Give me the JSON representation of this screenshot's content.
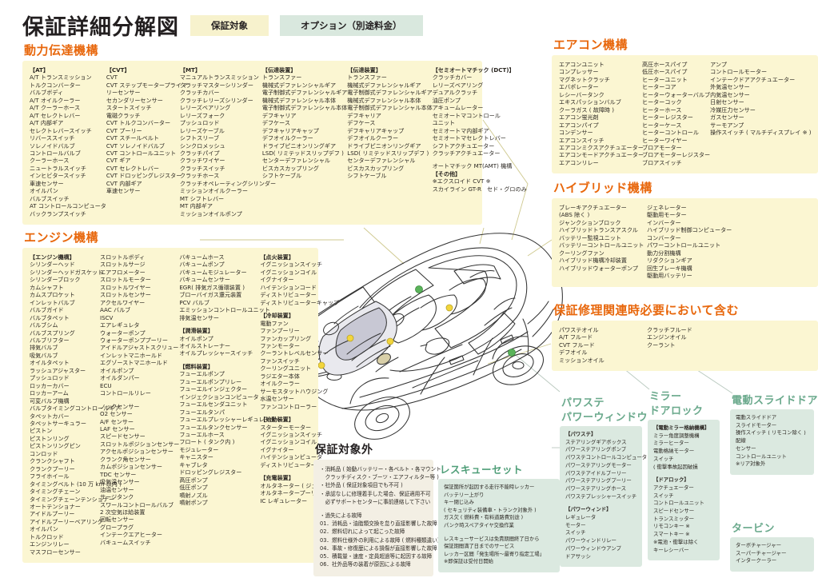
{
  "header": {
    "title": "保証詳細分解図",
    "legend_covered": "保証対象",
    "legend_option": "オプション（別途料金）"
  },
  "sections": {
    "drivetrain": {
      "title": "動力伝達機構",
      "columns": [
        [
          "【AT】",
          "A/T トランスミッション",
          "トルクコンバーター",
          "バルブボディ",
          "A/T オイルクーラー",
          "A/T クーラーホース",
          "A/T セレクトレバー",
          "A/T 内部ギア",
          "セレクトレバースイッチ",
          "リバーススイッチ",
          "ソレノイドバルブ",
          "コントロールバルブ",
          "クーラーホース",
          "ニュートラルスイッチ",
          "インヒビタースイッチ",
          "車速センサー",
          "オイルパン",
          "バルブスイッチ",
          "AT コントロールコンピュータ",
          "バックランプスイッチ"
        ],
        [
          "【CVT】",
          "CVT",
          "CVT ステップモータープライマ",
          "リーセンサー",
          "セカンダリーセンサー",
          "スタートスイッチ",
          "電磁クラッチ",
          "CVT トルクコンバーター",
          "CVT プーリー",
          "CVT スチールベルト",
          "CVT ソレノイドバルブ",
          "CVT コントロールユニット",
          "CVT ギア",
          "CVT セレクトレバー",
          "CVT ドロッピングレジスター",
          "CVT 内部ギア",
          "車速センサー"
        ],
        [
          "【MT】",
          "マニュアルトランスミッション",
          "クラッチマスターシリンダー",
          "クラッチカバー",
          "クラッチレリーズシリンダー",
          "レリーズベアリング",
          "レリーズフォーク",
          "プッシュロッド",
          "レリーズケーブル",
          "シフトスリーブ",
          "シンクロメッシュ",
          "クラッチパイプ",
          "クラッチワイヤー",
          "クラッチスイッチ",
          "クラッチホース",
          "クラッチオペレーティングシリンダー",
          "ミッションオイルクーラー",
          "MT シフトレバー",
          "MT 内部ギア",
          "ミッションオイルポンプ"
        ],
        [
          "【伝達装置】",
          "トランスファー",
          "機械式デファレンシャルギア",
          "電子制御式デファレンシャルギア",
          "機械式デファレンシャル本体",
          "電子制御式デファレンシャル本体",
          "デフキャリア",
          "デフケース",
          "デフキャリアキャップ",
          "デフオイルクーラー",
          "ドライブピニオンリングギア",
          "LSD( リミテッドスリップデフ )",
          "センターデファレンシャル",
          "ビスカスカップリング",
          "シフトケーブル"
        ],
        [
          "【伝達装置】",
          "トランスファー",
          "機械式デファレンシャルギア",
          "電子制御式デファレンシャルギア",
          "機械式デファレンシャル本体",
          "電子制御式デファレンシャル本体",
          "デフキャリア",
          "デフケース",
          "デフキャリアキャップ",
          "デフオイルクーラー",
          "ドライブピニオンリングギア",
          "LSD( リミテッドスリップデフ )",
          "センターデファレンシャル",
          "ビスカスカップリング",
          "シフトケーブル"
        ],
        [
          "【セミオートマチック (DCT)】",
          "クラッチカバー",
          "レリーズベアリング",
          "デュアルクラッチ",
          "油圧ポンプ",
          "アキュームレーター",
          "セミオートマコントロール",
          "ユニット",
          "セミオートマ内部ギア",
          "セミオートマセレクトレバー",
          "シフトアクチュエーター",
          "クラッチアクチュエーター",
          "",
          "オートマチック MT(AMT) 機構",
          "【その他】",
          "※エクスロイド CVT ※",
          "スカイライン GT-R　セド・グロのみ"
        ]
      ]
    },
    "engine": {
      "title": "エンジン機構",
      "columns": [
        [
          "【エンジン機構】",
          "シリンダーヘッド",
          "シリンダーヘッドガスケット",
          "シリンダーブロック",
          "カムシャフト",
          "カムスプロケット",
          "インレットバルブ",
          "バルブガイド",
          "バルブタペット",
          "バルブシム",
          "バルブスプリング",
          "バルブリフター",
          "排気バルブ",
          "吸気バルブ",
          "オイルタペット",
          "ラッシュアジャスター",
          "プッシュロッド",
          "ロッカーカバー",
          "ロッカーアーム",
          "可変バルブ機構",
          "バルブタイミングコントロールギア",
          "タペットカバー",
          "タペットサーキュラー",
          "ピストン",
          "ピストンリング",
          "ピストンリングピン",
          "コンロッド",
          "クランクシャフト",
          "クランクプーリー",
          "フライホイール",
          "タイミングベルト (10 万 km 以内 )",
          "タイミングチェーン",
          "タイミングチェーンテンショナー",
          "オートテンショナー",
          "アイドルプーリー",
          "アイドルプーリーベアリング",
          "オイルパン",
          "トルクロッド",
          "エンジンリレー",
          "マスフローセンサー"
        ],
        [
          "スロットルボディ",
          "スロットルサージ",
          "エアフロメーター",
          "スロットルモーター",
          "スロットルワイヤー",
          "スロットルセンサー",
          "アクセルワイヤー",
          "AAC バルブ",
          "ISCV",
          "エアレギュレタ",
          "ウォーターポンプ",
          "ウォーターポンププーリー",
          "アイドルアジャストスクリュー",
          "インレットマニホールド",
          "エグゾーストマニホールド",
          "オイルポンプ",
          "オイルダンパー",
          "ECU",
          "コントロールリレー",
          "",
          "ノックセンサー",
          "O2 センサー",
          "A/F センサー",
          "LAF センサー",
          "スピードセンサー",
          "スロットルポジションセンサー",
          "アクセルポジションセンサー",
          "クランク角センサー",
          "カムポジションセンサー",
          "TDC センサー",
          "吸気温センサー",
          "油温センサー",
          "サージタンク",
          "スワールコントロールバルブ",
          "2 次空気ほ給装置",
          "回転センサー",
          "グロープラグ",
          "インテークエアヒーター",
          "バキュームスイッチ"
        ],
        [
          "バキュームホース",
          "バキュームポンプ",
          "バキュームモジュレーター",
          "バキュームセンサー",
          "EGR( 排気ガス循環装置 )",
          "ブローバイガス還元装置",
          "PCV バルブ",
          "エミッションコントロールユニット",
          "排気温センサー",
          "",
          "【潤滑装置】",
          "オイルポンプ",
          "オイルストレーナー",
          "オイルプレッシャースイッチ",
          "",
          "【燃料装置】",
          "フューエルポンプ",
          "フューエルポンプリレー",
          "フューエルインジェクター",
          "インジェクションコンピュータ",
          "フューエルセンダユニット",
          "フューエルタンパ",
          "フューエルプレッシャーレギュレーター",
          "フューエルタンクセンサー",
          "フューエルホース",
          "フロート ( タンク内 )",
          "モジュレーター",
          "キャニスター",
          "キャブレタ",
          "ドロッピングレジスター",
          "高圧ポンプ",
          "低圧ポンプ",
          "噴射ノズル",
          "噴射ポンプ"
        ],
        [
          "【点火装置】",
          "イグニッションスイッチ",
          "イグニッションコイル",
          "イグナイター",
          "ハイテンションコード",
          "ディストリビューター",
          "ディストリビューターキャップ",
          "",
          "【冷却装置】",
          "電動ファン",
          "ファンプーリー",
          "ファンカップリング",
          "ファンモーター",
          "クーラントレベルセンサー",
          "ファンスイッチ",
          "クーリングユニット",
          "ラジエター本体",
          "オイルクーラー",
          "サーモスタットハウジング",
          "水温センサー",
          "ファンコントローラー",
          "",
          "【始動装置】",
          "スターターモーター",
          "イグニッションスイッチ",
          "イグニッションコイル",
          "イグナイター",
          "ハイテンションピュータ",
          "ディストリビューターキャップ",
          "",
          "【充電装置】",
          "オルタネーター ( ジェネレーター )",
          "オルタネータープーリー",
          "IC レギュレーター"
        ]
      ]
    },
    "aircon": {
      "title": "エアコン機構",
      "columns": [
        [
          "エアコンユニット",
          "コンプレッサー",
          "マグネットクラッチ",
          "エバポレーター",
          "レシーバータンク",
          "エキスパッションバルブ",
          "クーラガス ( 故障時 )",
          "エアコン蛍光剤",
          "エアコンパイプ",
          "コンデンサー",
          "エアコンスイッチ",
          "エアコンミクスアクチュエーター",
          "エアコンモードアクチュエーター",
          "エアコンリレー"
        ],
        [
          "高圧ホースパイプ",
          "低圧ホースパイプ",
          "ヒーターユニット",
          "ヒーターコア",
          "ヒーターウォーターバルブ",
          "ヒーターコック",
          "ヒーターホース",
          "ヒーターレジスター",
          "ヒーターケース",
          "ヒーターコントロール",
          "ヒーターワイヤー",
          "ブロアモーター",
          "ブロアモーターレジスター",
          "ブロアスイッチ"
        ],
        [
          "アンプ",
          "コントロールモーター",
          "インテークドアアクチュエーター",
          "外気温センサー",
          "内気温センサー",
          "日射センサー",
          "冷媒圧力センサー",
          "ガスセンサー",
          "サーモアンプ",
          "操作スイッチ ( マルチディスプレイ ※ )"
        ]
      ]
    },
    "hybrid": {
      "title": "ハイブリッド機構",
      "columns": [
        [
          "ブレーキアクチュエーター",
          "(ABS 除く )",
          "ジャンクションブロック",
          "ハイブリッドトランスアスクル",
          "バッテリー監視ユニット",
          "バッテリーコントロールユニット",
          "クーリングファン",
          "ハイブリッド機構冷却装置",
          "ハイブリッドウォーターポンプ"
        ],
        [
          "ジェネレーター",
          "駆動用モーター",
          "インバーター",
          "ハイブリッド制御コンピューター",
          "コンバーター",
          "パワーコントロールユニット",
          "動力分割機構",
          "リダクションギア",
          "回生ブレーキ機構",
          "駆動用バッテリー"
        ]
      ]
    },
    "fluids": {
      "title": "保証修理関連時必要において含む",
      "columns": [
        [
          "パワステオイル",
          "A/T フルード",
          "CVT フルード",
          "デフオイル",
          "ミッションオイル"
        ],
        [
          "クラッチフルード",
          "エンジンオイル",
          "クーラント"
        ]
      ]
    },
    "exclusions": {
      "title": "保証対象外",
      "columns": [
        [
          "・消耗品 ( 始動バッテリー・各ベルト・各マウント",
          "　クラッチディスク・ブーツ・エアフィルター等 )",
          "・社外品 ( 保証対象項目でも不可 )",
          "・承認なしに修理着手した場合、保証適用不可",
          "　必ずサポートセンターに事前連絡して下さい",
          "",
          "・過失による故障",
          "01．消耗品・油脂類交換を怠り直接影響した故障",
          "02．燃料切れによって起こった故障",
          "03．燃料仕様外の利用による故障 ( 燃料種類違い)",
          "04．事故・修復歴による損傷が直接影響した故障",
          "05．積載量・速度・定員超過等に起因する故障",
          "06．社外品等の装着が原因による故障"
        ]
      ]
    },
    "rescue": {
      "title": "レスキューセット",
      "columns": [
        [
          "保証箇所が起因する走行不能時レッカー",
          "バッテリー上がり",
          "キー閉じ込み",
          "( セキュリティ装備車・トランク対象外 )",
          "ガス欠 ( 燃料費・有料道路費別途 )",
          "パンク時スペアタイヤ交換作業",
          "",
          "レスキューサービスは免責期間終了日から",
          "保証期間満了日までのサービス",
          "レッカー区間「発生場所〜最寄り指定工場」",
          "※即保証は受付日開始"
        ]
      ]
    },
    "powersteering": {
      "title_line1": "パワステ",
      "title_line2": "パワーウィンドウ",
      "columns": [
        [
          "【パワステ】",
          "ステアリングギアボックス",
          "パワーステアリングポンプ",
          "パワステコントロールコンピュータ",
          "パワーステアリングモーター",
          "パワステアイドルプーリー",
          "パワーステアリングプーリー",
          "パワーステアリングホース",
          "パワステプレッシャースイッチ",
          "",
          "【パワーウィンド】",
          "レギュレータ",
          "モーター",
          "スイッチ",
          "パワーウィンドリレー",
          "パワーウィンドウアンプ",
          "ドアサッシ"
        ]
      ]
    },
    "mirror": {
      "title_line1": "ミラー",
      "title_line2": "ドアロック",
      "columns": [
        [
          "【電動ミラー格納機構】",
          "ミラー角度調整機構",
          "ミラーヒーター",
          "電動格納モーター",
          "スイッチ",
          "( 衝撃事故起因破損",
          "",
          "【ドアロック】",
          "アクチュエーター",
          "スイッチ",
          "コントロールユニット",
          "スピードセンサー",
          "トランスミッター",
          "リモコンキー ※",
          "スマートキー ※",
          "※電池・衝撃は除く",
          "キーレシーバー"
        ]
      ]
    },
    "slidedoor": {
      "title": "電動スライドドア",
      "columns": [
        [
          "電動スライドドア",
          "スライドモーター",
          "操作スイッチ ( リモコン除く )",
          "配線",
          "センサー",
          "コントロールユニット",
          "※リア対象外"
        ]
      ]
    },
    "turbine": {
      "title": "タービン",
      "columns": [
        [
          "ターボチャージャー",
          "スーパーチャージャー",
          "インタークーラー"
        ]
      ]
    }
  },
  "illustration": {
    "name": "cutaway-sedan-car",
    "body_color": "#ffffff",
    "line_color": "#2b2b2b",
    "marker_yellow": "#f2d53c",
    "marker_green": "#5ab35a"
  },
  "colors": {
    "covered_bg": "#fbf6d2",
    "option_bg": "#dbe9e0",
    "exclusion_bg": "#f3efe4",
    "orange_title": "#e8670c",
    "green_title": "#6aa98c"
  }
}
